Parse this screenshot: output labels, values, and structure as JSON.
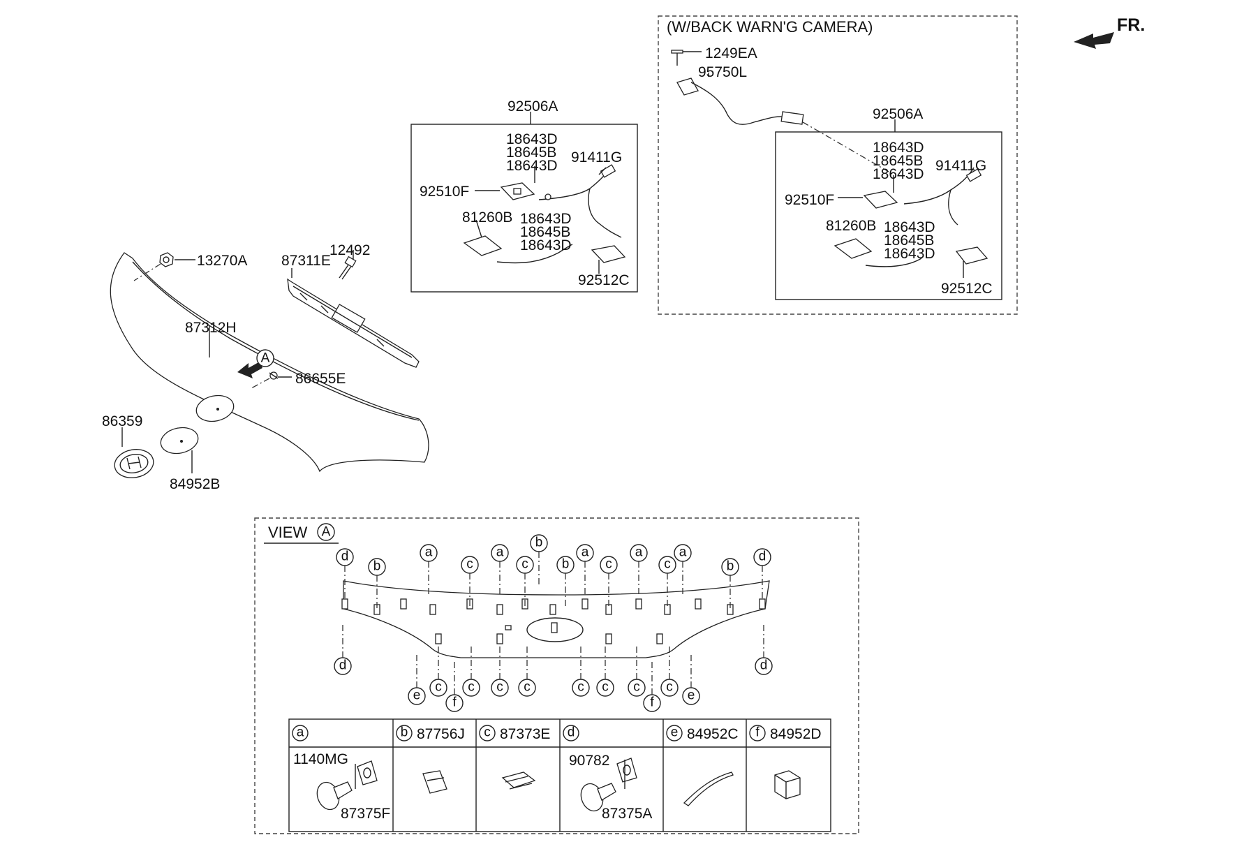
{
  "orientation": {
    "label": "FR."
  },
  "camera_group": {
    "title": "(W/BACK WARN'G CAMERA)"
  },
  "view": {
    "title": "VIEW",
    "ref": "A"
  },
  "main_labels": [
    {
      "id": "p13270A",
      "text": "13270A"
    },
    {
      "id": "p87311E",
      "text": "87311E"
    },
    {
      "id": "p12492",
      "text": "12492"
    },
    {
      "id": "p87312H",
      "text": "87312H"
    },
    {
      "id": "p86655E",
      "text": "86655E"
    },
    {
      "id": "p86359",
      "text": "86359"
    },
    {
      "id": "p84952B",
      "text": "84952B"
    },
    {
      "id": "g1_92506A",
      "text": "92506A"
    },
    {
      "id": "g1_18643D_a",
      "text": "18643D"
    },
    {
      "id": "g1_18645B_a",
      "text": "18645B"
    },
    {
      "id": "g1_18643D_b",
      "text": "18643D"
    },
    {
      "id": "g1_91411G",
      "text": "91411G"
    },
    {
      "id": "g1_92510F",
      "text": "92510F"
    },
    {
      "id": "g1_81260B",
      "text": "81260B"
    },
    {
      "id": "g1_18643D_c",
      "text": "18643D"
    },
    {
      "id": "g1_18645B_b",
      "text": "18645B"
    },
    {
      "id": "g1_18643D_d",
      "text": "18643D"
    },
    {
      "id": "g1_92512C",
      "text": "92512C"
    },
    {
      "id": "g2_1249EA",
      "text": "1249EA"
    },
    {
      "id": "g2_95750L",
      "text": "95750L"
    },
    {
      "id": "g2_92506A",
      "text": "92506A"
    },
    {
      "id": "g2_18643D_a",
      "text": "18643D"
    },
    {
      "id": "g2_18645B_a",
      "text": "18645B"
    },
    {
      "id": "g2_18643D_b",
      "text": "18643D"
    },
    {
      "id": "g2_91411G",
      "text": "91411G"
    },
    {
      "id": "g2_92510F",
      "text": "92510F"
    },
    {
      "id": "g2_81260B",
      "text": "81260B"
    },
    {
      "id": "g2_18643D_c",
      "text": "18643D"
    },
    {
      "id": "g2_18645B_b",
      "text": "18645B"
    },
    {
      "id": "g2_18643D_d",
      "text": "18643D"
    },
    {
      "id": "g2_92512C",
      "text": "92512C"
    }
  ],
  "callouts_top": [
    "d",
    "b",
    "a",
    "c",
    "a",
    "c",
    "b",
    "b",
    "a",
    "c",
    "a",
    "c",
    "a",
    "b",
    "d"
  ],
  "callouts_bottom": [
    "d",
    "e",
    "c",
    "f",
    "c",
    "c",
    "c",
    "c",
    "c",
    "c",
    "f",
    "c",
    "e",
    "d"
  ],
  "legend": [
    {
      "key": "a",
      "part": "",
      "items": [
        "1140MG",
        "87375F"
      ]
    },
    {
      "key": "b",
      "part": "87756J",
      "items": []
    },
    {
      "key": "c",
      "part": "87373E",
      "items": []
    },
    {
      "key": "d",
      "part": "",
      "items": [
        "90782",
        "87375A"
      ]
    },
    {
      "key": "e",
      "part": "84952C",
      "items": []
    },
    {
      "key": "f",
      "part": "84952D",
      "items": []
    }
  ]
}
